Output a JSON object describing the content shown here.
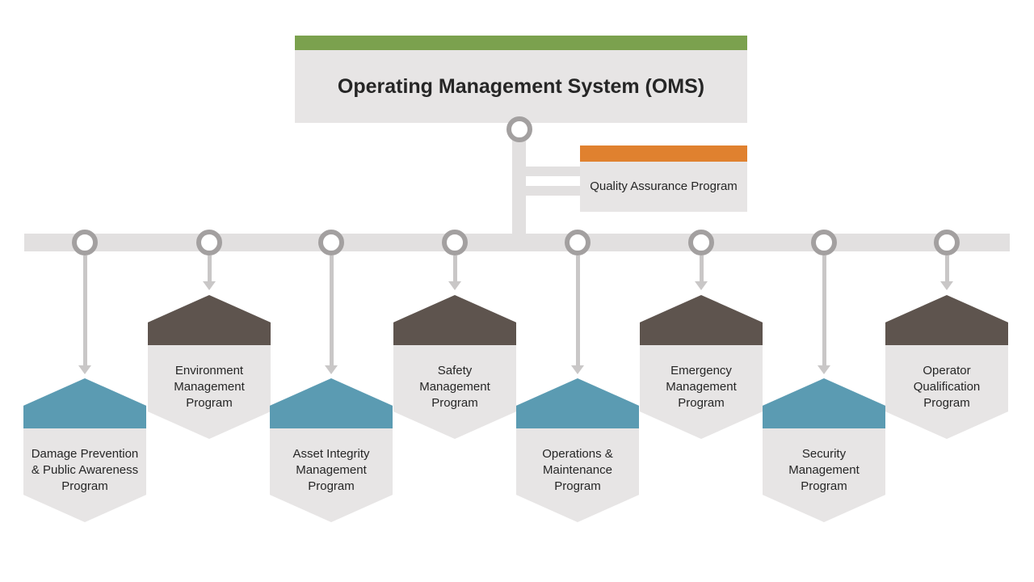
{
  "title": {
    "label": "Operating Management System (OMS)"
  },
  "qa": {
    "label": "Quality Assurance Program"
  },
  "programs": [
    {
      "label": "Damage Prevention & Public Awareness Program",
      "variant": "blue"
    },
    {
      "label": "Environment Management Program",
      "variant": "brown"
    },
    {
      "label": "Asset Integrity Management Program",
      "variant": "blue"
    },
    {
      "label": "Safety Management Program",
      "variant": "brown"
    },
    {
      "label": "Operations & Maintenance Program",
      "variant": "blue"
    },
    {
      "label": "Emergency Management Program",
      "variant": "brown"
    },
    {
      "label": "Security Management Program",
      "variant": "blue"
    },
    {
      "label": "Operator Qualification Program",
      "variant": "brown"
    }
  ],
  "colors": {
    "green": "#7BA14E",
    "orange": "#E0812F",
    "blue": "#5B9BB2",
    "brown": "#5E544E",
    "box_gray": "#E7E5E5",
    "connector_gray": "#E2E0E0",
    "node_ring_gray": "#A3A0A0",
    "arrow_gray": "#C9C7C7",
    "text": "#262626"
  }
}
